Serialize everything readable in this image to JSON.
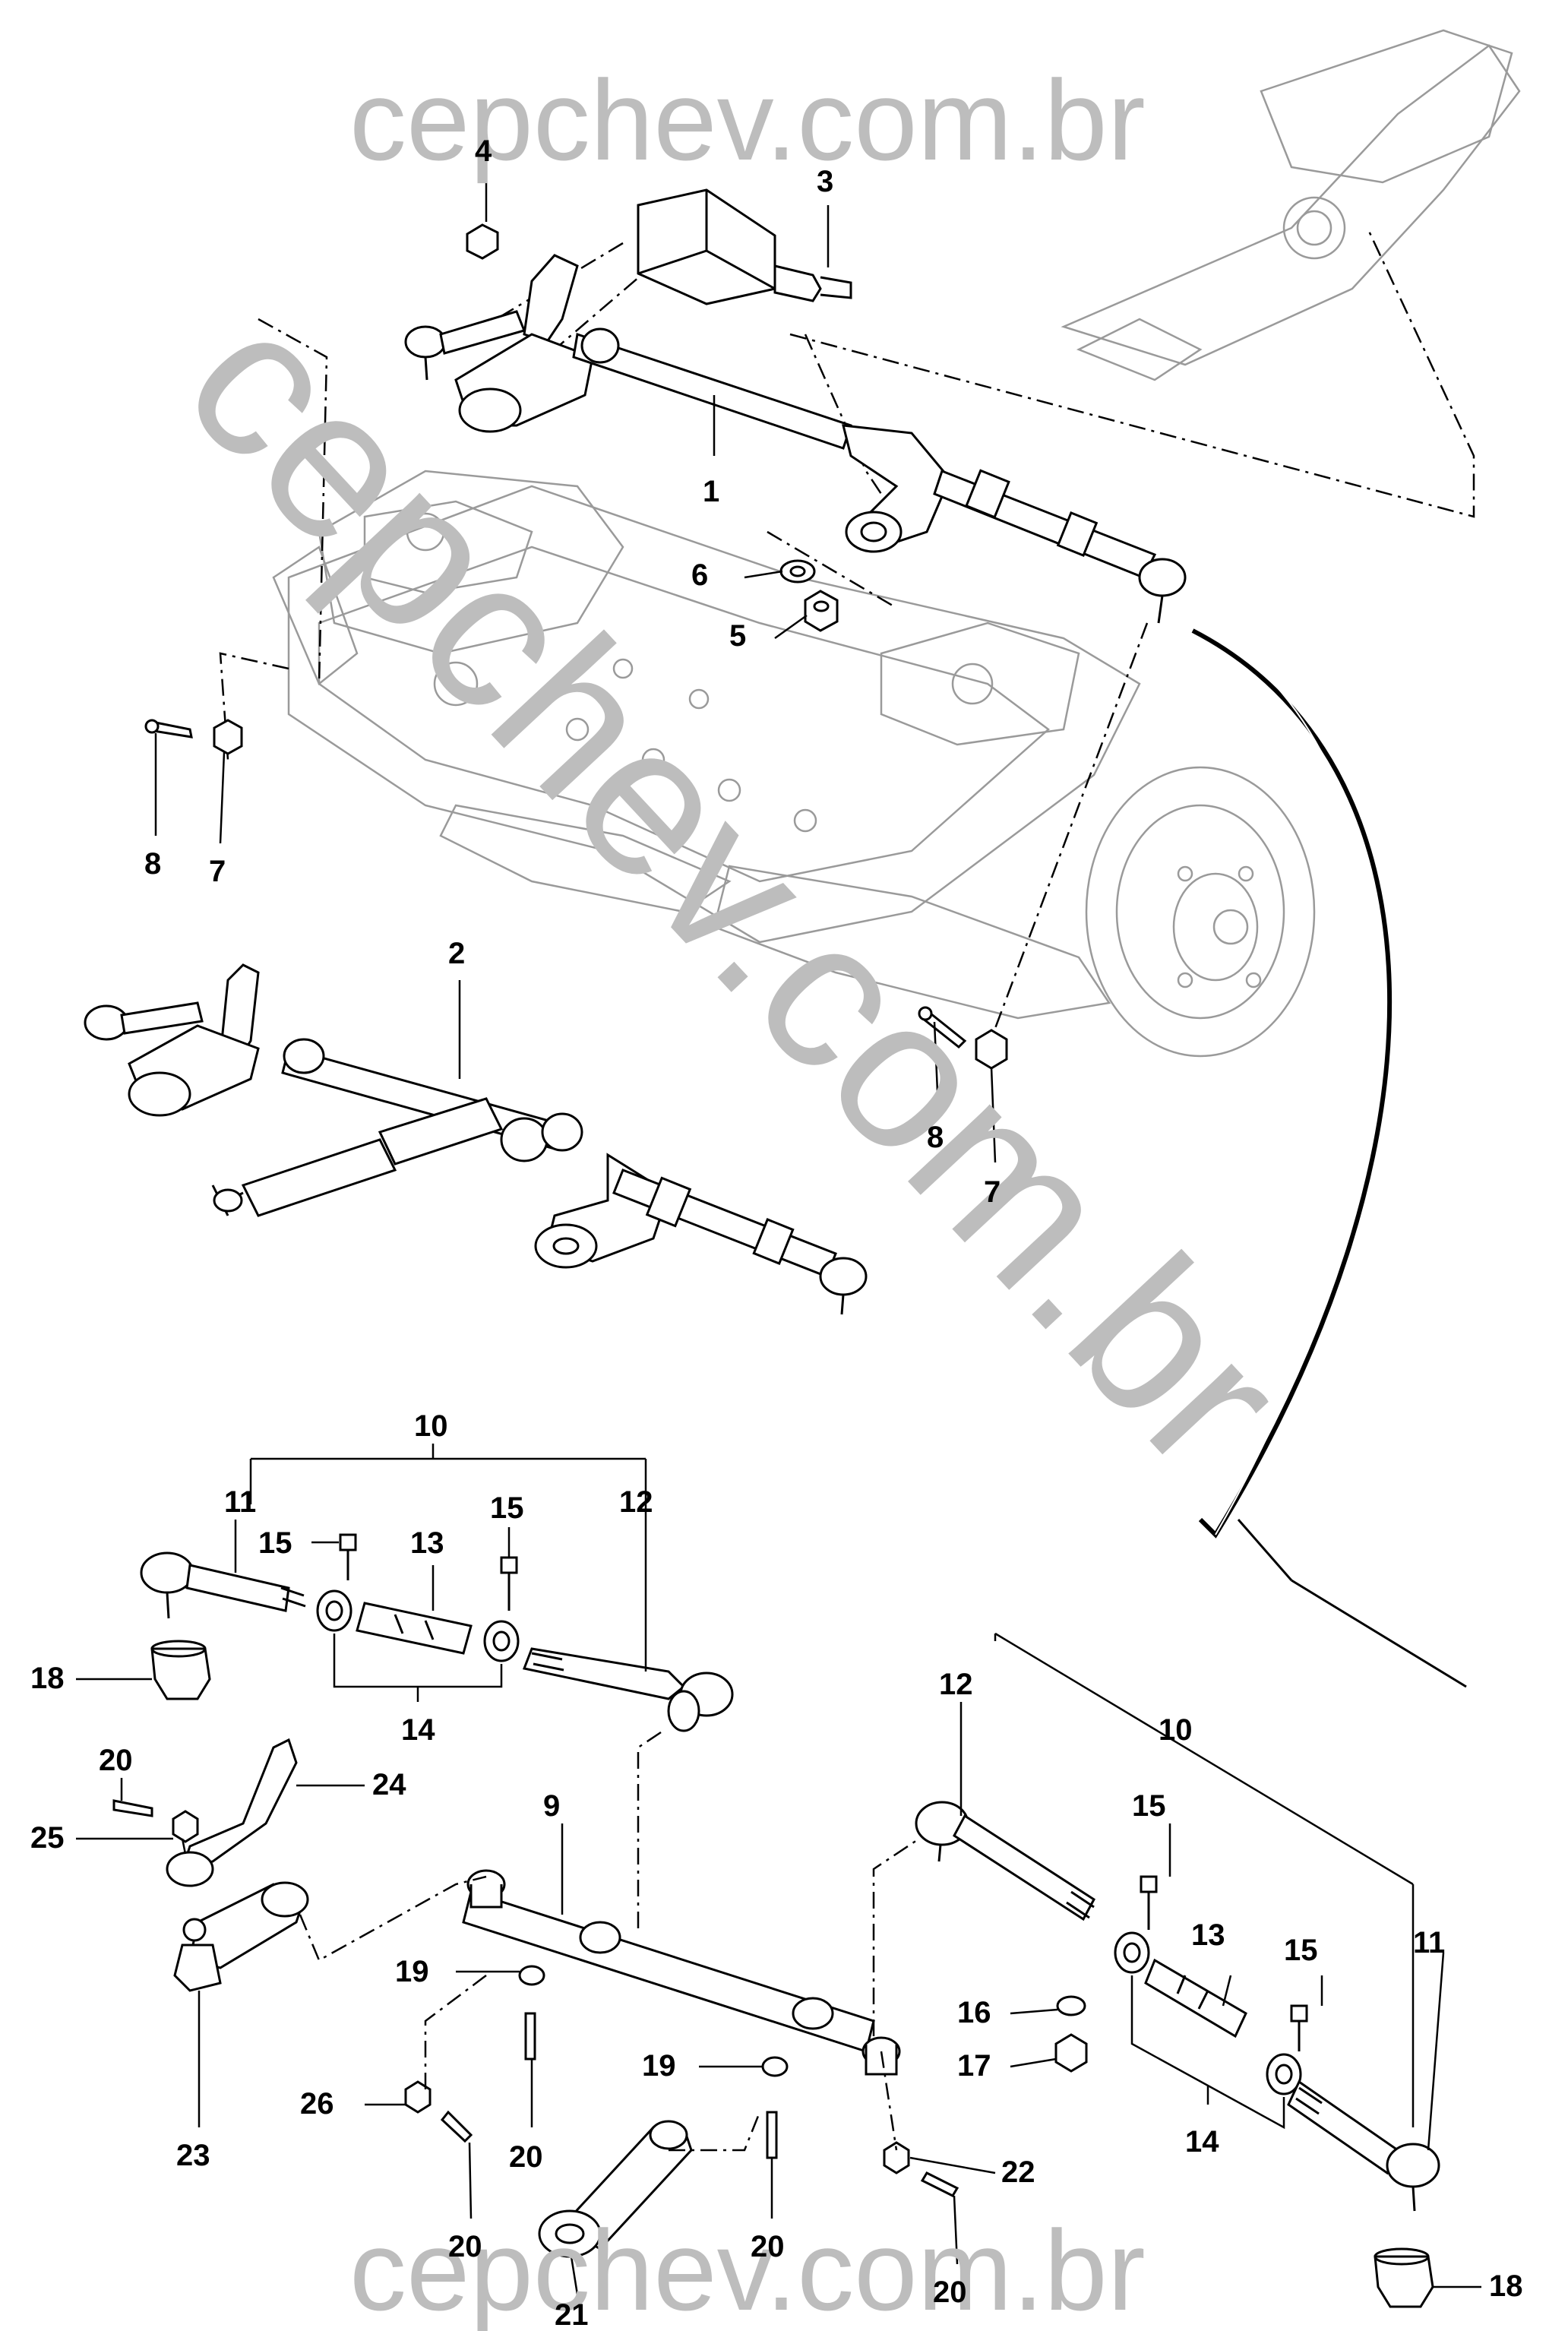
{
  "watermark": {
    "top": "cepchev.com.br",
    "diagonal": "cepchev.com.br",
    "bottom": "cepchev.com.br"
  },
  "callouts": {
    "c1": "1",
    "c2": "2",
    "c3": "3",
    "c4": "4",
    "c5": "5",
    "c6": "6",
    "c7a": "7",
    "c7b": "7",
    "c8a": "8",
    "c8b": "8",
    "c9": "9",
    "c10a": "10",
    "c10b": "10",
    "c11a": "11",
    "c11b": "11",
    "c12a": "12",
    "c12b": "12",
    "c13a": "13",
    "c13b": "13",
    "c14a": "14",
    "c14b": "14",
    "c15a": "15",
    "c15b": "15",
    "c15c": "15",
    "c15d": "15",
    "c16": "16",
    "c17": "17",
    "c18a": "18",
    "c18b": "18",
    "c19a": "19",
    "c19b": "19",
    "c20a": "20",
    "c20b": "20",
    "c20c": "20",
    "c20d": "20",
    "c20e": "20",
    "c21": "21",
    "c22": "22",
    "c23": "23",
    "c24": "24",
    "c25": "25",
    "c26": "26"
  }
}
